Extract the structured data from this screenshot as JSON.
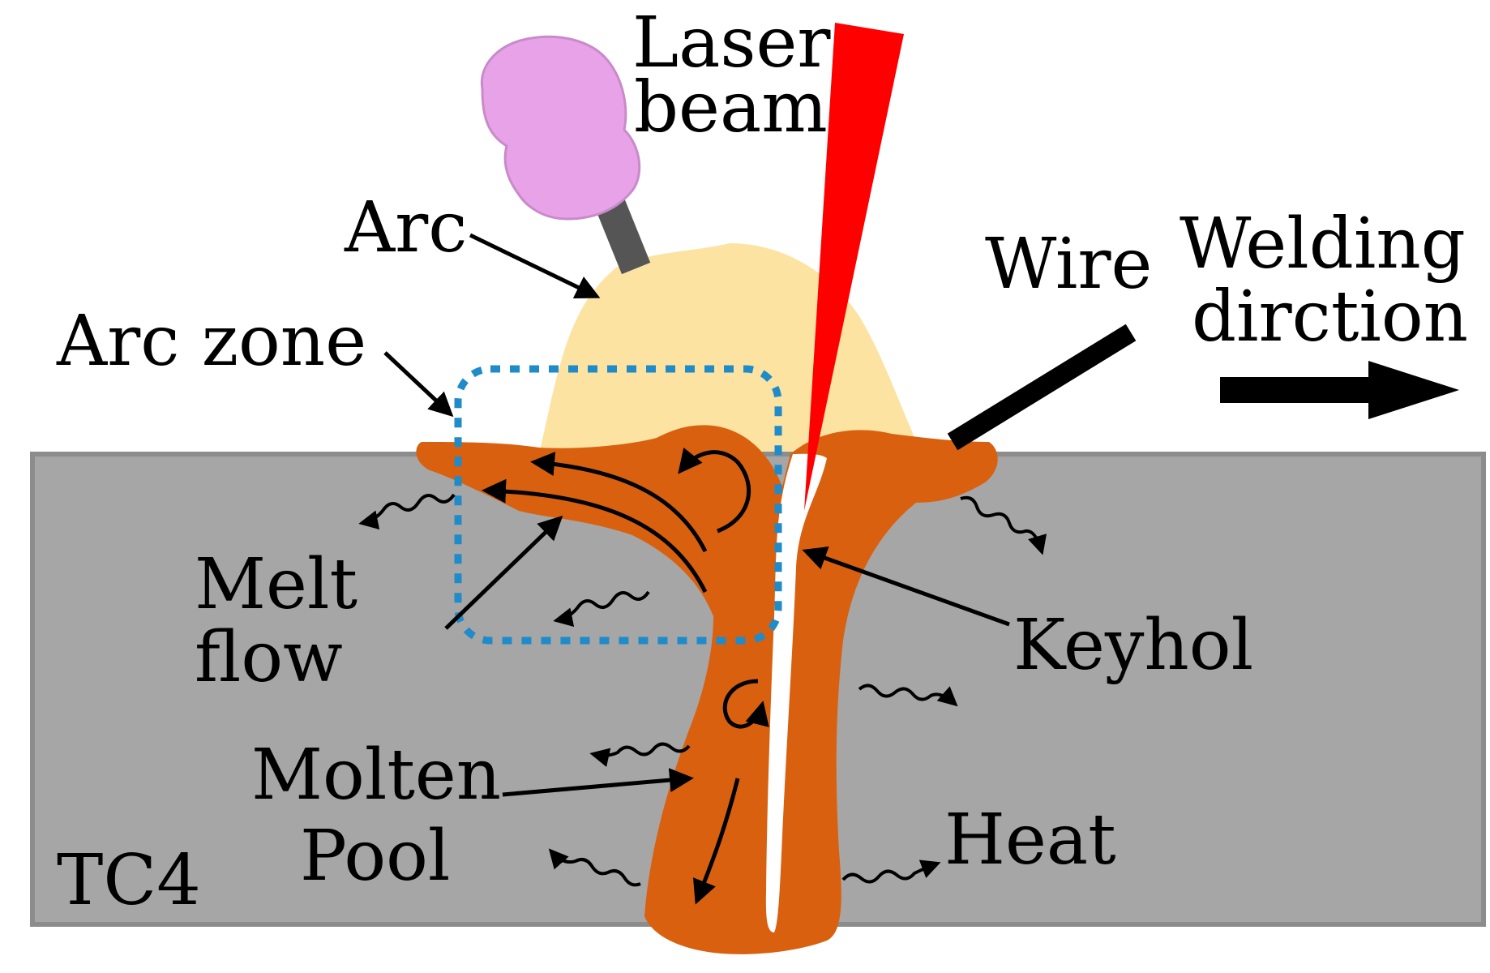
{
  "labels": {
    "laser_beam_line1": "Laser",
    "laser_beam_line2": "beam",
    "arc": "Arc",
    "arc_zone": "Arc zone",
    "wire": "Wire",
    "welding_direction_line1": "Welding",
    "welding_direction_line2": "dirction",
    "melt_flow_line1": "Melt",
    "melt_flow_line2": "flow",
    "keyhole": "Keyhol",
    "molten_pool_line1": "Molten",
    "molten_pool_line2": "Pool",
    "heat": "Heat",
    "material": "TC4"
  },
  "colors": {
    "workpiece": "#a6a6a6",
    "workpiece_border": "#8c8c8c",
    "molten_pool": "#d9600f",
    "arc_plasma": "#fde3a2",
    "laser": "#ff0000",
    "torch_nozzle": "#e8a3e8",
    "electrode": "#555555",
    "arc_zone_box": "#1f8bc9",
    "keyhole": "#ffffff",
    "wire": "#000000"
  },
  "icons": {
    "torch": "tig-torch-icon",
    "direction": "arrow-right-icon",
    "heat": "wavy-arrow-icon"
  }
}
